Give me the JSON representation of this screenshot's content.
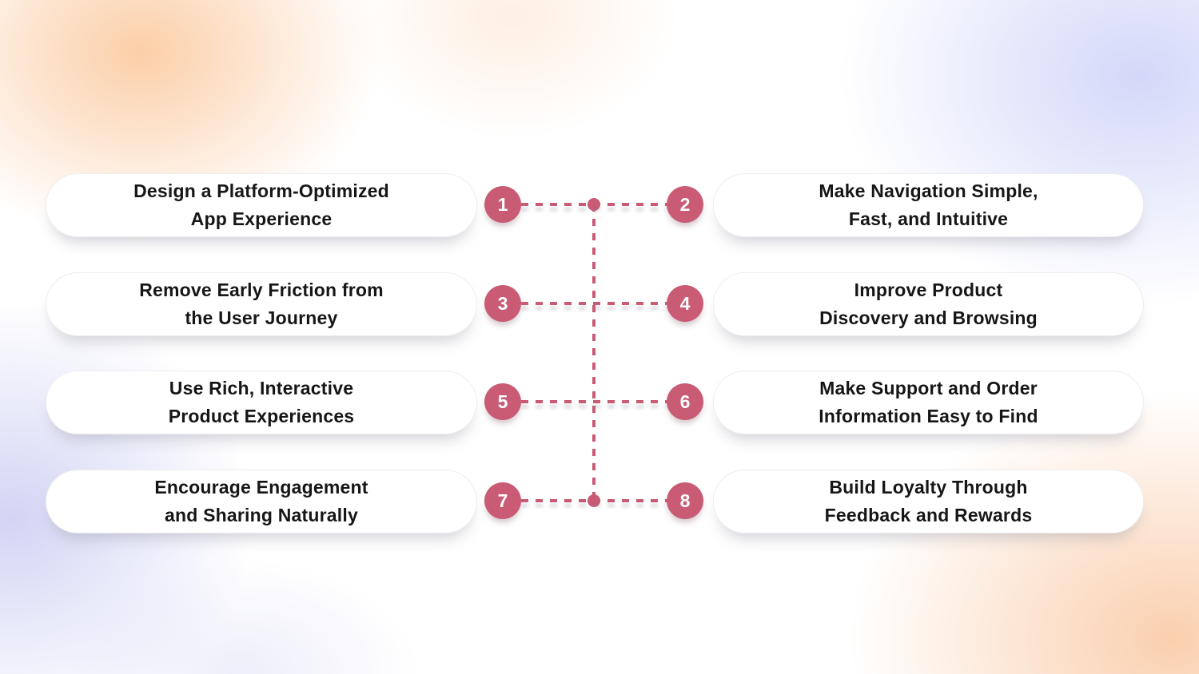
{
  "diagram": {
    "title": "",
    "accent_color": "#c95b75",
    "card_bg_color": "#ffffff",
    "text_color": "#161616",
    "background_blob_colors": {
      "peach": "#fbcca3",
      "periwinkle": "#d1d6f8",
      "lavender": "#cbcdf2"
    },
    "items": [
      {
        "number": "1",
        "side": "left",
        "text": "Design a Platform-Optimized\nApp Experience"
      },
      {
        "number": "2",
        "side": "right",
        "text": "Make Navigation Simple,\nFast, and Intuitive"
      },
      {
        "number": "3",
        "side": "left",
        "text": "Remove Early Friction from\nthe User Journey"
      },
      {
        "number": "4",
        "side": "right",
        "text": "Improve Product\nDiscovery and Browsing"
      },
      {
        "number": "5",
        "side": "left",
        "text": "Use Rich, Interactive\nProduct Experiences"
      },
      {
        "number": "6",
        "side": "right",
        "text": "Make Support and Order\nInformation Easy to Find"
      },
      {
        "number": "7",
        "side": "left",
        "text": "Encourage Engagement\nand Sharing Naturally"
      },
      {
        "number": "8",
        "side": "right",
        "text": "Build Loyalty Through\nFeedback and Rewards"
      }
    ]
  }
}
